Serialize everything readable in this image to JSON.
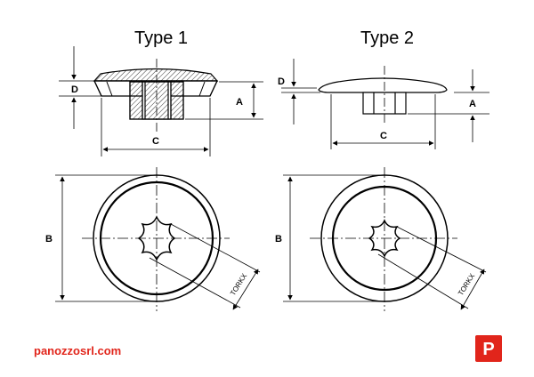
{
  "titles": {
    "type1": "Type 1",
    "type2": "Type 2"
  },
  "dimensions": {
    "a": "A",
    "b": "B",
    "c": "C",
    "d": "D",
    "torx": "TORKX"
  },
  "footer": {
    "url": "panozzosrl.com",
    "logo_letter": "P",
    "brand_color": "#e1251b"
  }
}
